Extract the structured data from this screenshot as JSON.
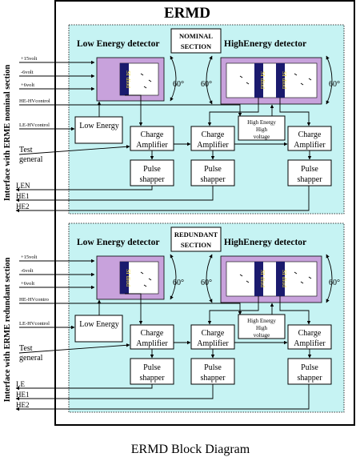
{
  "title": "ERMD",
  "caption": "ERMD Block Diagram",
  "colors": {
    "panel_fill": "#c6f3f3",
    "housing_fill": "#c8a2dc",
    "chip_fill": "#1a1a6e",
    "chip_text": "#f0e040",
    "border": "#000000"
  },
  "side_labels": {
    "nominal": "Interface with ERME nominal section",
    "redundant": "Interface with ERME redundant section"
  },
  "sections": [
    {
      "id": "nominal",
      "section_label_line1": "NOMINAL",
      "section_label_line2": "SECTION",
      "low_energy_detector": "Low Energy detector",
      "high_energy_detector": "HighEnergy detector",
      "angle_labels": [
        "60°",
        "60°",
        "60°"
      ],
      "chip_labels": [
        "SI diod",
        "SI diod",
        "SI diod"
      ],
      "low_energy_box": "Low Energy",
      "hv_box": [
        "High Energy",
        "High",
        "voltage"
      ],
      "charge_amp_line1": "Charge",
      "charge_amp_line2": "Amplifier",
      "pulse_line1": "Pulse",
      "pulse_line2": "shapper",
      "left_inputs": [
        "+15volt",
        "-6volt",
        "+6volt"
      ],
      "hv_controls": [
        "HE-HVcontrol",
        "LE-HVcontrol"
      ],
      "test_line1": "Test",
      "test_line2": "general",
      "outputs": [
        "LEN",
        "HE1",
        "HE2"
      ]
    },
    {
      "id": "redundant",
      "section_label_line1": "REDUNDANT",
      "section_label_line2": "SECTION",
      "low_energy_detector": "Low Energy detector",
      "high_energy_detector": "HighEnergy detector",
      "angle_labels": [
        "60°",
        "60°",
        "60°"
      ],
      "chip_labels": [
        "SI diod",
        "SI diod",
        "SI diod"
      ],
      "low_energy_box": "Low Energy",
      "hv_box": [
        "High Energy",
        "High",
        "voltage"
      ],
      "charge_amp_line1": "Charge",
      "charge_amp_line2": "Amplifier",
      "pulse_line1": "Pulse",
      "pulse_line2": "shapper",
      "left_inputs": [
        "+15volt",
        "-6volt",
        "+6volt"
      ],
      "hv_controls": [
        "HE-HVcontro",
        "LE-HVcontrol"
      ],
      "test_line1": "Test",
      "test_line2": "general",
      "outputs": [
        "LE",
        "HE1",
        "HE2"
      ]
    }
  ]
}
